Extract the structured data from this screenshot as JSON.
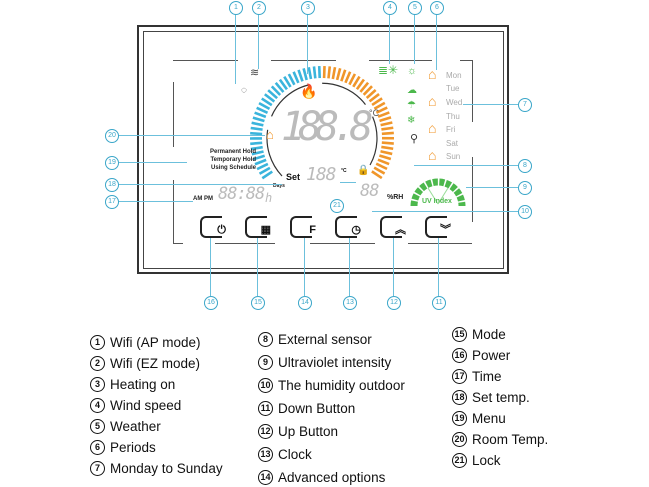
{
  "display": {
    "room_temp": "188.8",
    "room_unit": "°C",
    "set_label": "Set",
    "set_temp": "188",
    "set_unit": "°C",
    "time": "88:88",
    "time_suffix": "h",
    "days_label": "Days",
    "am_pm": "AM PM",
    "humidity": "88",
    "humidity_unit": "%RH",
    "uv_label": "UV Index",
    "hold_modes": [
      "Permanent Hold",
      "Temporary Hold",
      "Using Schedule"
    ],
    "days": [
      "Mon",
      "Tue",
      "Wed",
      "Thu",
      "Fri",
      "Sat",
      "Sun"
    ]
  },
  "callouts": [
    "1",
    "2",
    "3",
    "4",
    "5",
    "6",
    "7",
    "8",
    "9",
    "10",
    "11",
    "12",
    "13",
    "14",
    "15",
    "16",
    "17",
    "18",
    "19",
    "20",
    "21"
  ],
  "legend": [
    {
      "n": "1",
      "label": "Wifi  (AP mode)"
    },
    {
      "n": "2",
      "label": "Wifi  (EZ mode)"
    },
    {
      "n": "3",
      "label": "Heating on"
    },
    {
      "n": "4",
      "label": "Wind speed"
    },
    {
      "n": "5",
      "label": "Weather"
    },
    {
      "n": "6",
      "label": "Periods"
    },
    {
      "n": "7",
      "label": "Monday to Sunday"
    },
    {
      "n": "8",
      "label": "External sensor"
    },
    {
      "n": "9",
      "label": "Ultraviolet intensity"
    },
    {
      "n": "10",
      "label": "The humidity outdoor"
    },
    {
      "n": "11",
      "label": "Down Button"
    },
    {
      "n": "12",
      "label": "Up Button"
    },
    {
      "n": "13",
      "label": "Clock"
    },
    {
      "n": "14",
      "label": "Advanced options"
    },
    {
      "n": "15",
      "label": "Mode"
    },
    {
      "n": "16",
      "label": "Power"
    },
    {
      "n": "17",
      "label": "Time"
    },
    {
      "n": "18",
      "label": "Set temp."
    },
    {
      "n": "19",
      "label": "Menu"
    },
    {
      "n": "20",
      "label": "Room Temp."
    },
    {
      "n": "21",
      "label": "Lock"
    }
  ],
  "buttons": [
    {
      "name": "power",
      "glyph": "⏻"
    },
    {
      "name": "mode",
      "glyph": "▦"
    },
    {
      "name": "advanced",
      "glyph": "F"
    },
    {
      "name": "clock",
      "glyph": "◷"
    },
    {
      "name": "up",
      "glyph": "︽"
    },
    {
      "name": "down",
      "glyph": "︾"
    }
  ],
  "colors": {
    "cold": "#3ab4dc",
    "hot": "#f0962a",
    "uv": "#4cb84c",
    "callout": "#3aa6c9",
    "day_icon": "#f0962a"
  }
}
